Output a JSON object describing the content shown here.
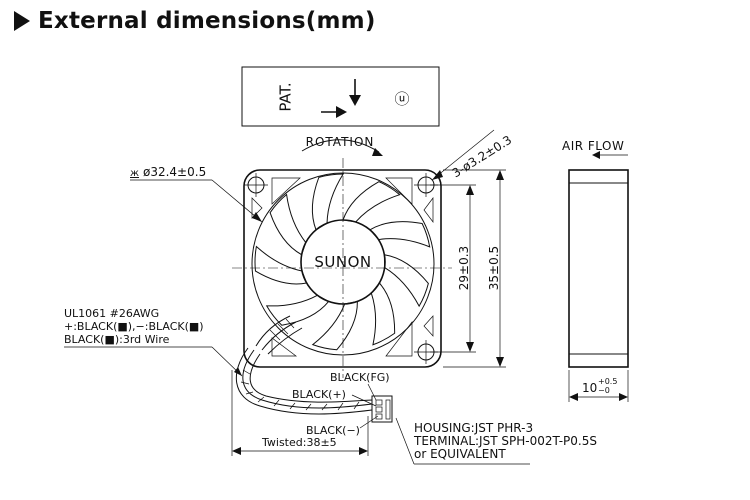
{
  "header": {
    "title": "External dimensions(mm)"
  },
  "label_box": {
    "pat": "PAT.",
    "mark": "ⓤ"
  },
  "fan": {
    "rotation_label": "ROTATION",
    "hub_label": "SUNON",
    "hole_callout": "3-ø3.2±0.3",
    "diameter_callout": "ø32.4±0.5",
    "diameter_prefix": "ж",
    "hole_spacing": "29±0.3",
    "overall_size": "35±0.5"
  },
  "wire": {
    "spec_line1": "UL1061  #26AWG",
    "spec_line2": "+:BLACK(■),−:BLACK(■)",
    "spec_line3": "BLACK(■):3rd Wire",
    "fg_label": "BLACK(FG)",
    "plus_label": "BLACK(+)",
    "minus_label": "BLACK(−)",
    "twisted_label": "Twisted:38±5"
  },
  "connector": {
    "housing": "HOUSING:JST PHR-3",
    "terminal": "TERMINAL:JST SPH-002T-P0.5S",
    "equivalent": "or EQUIVALENT"
  },
  "side_view": {
    "airflow_label": "AIR FLOW",
    "thickness_base": "10",
    "thickness_tol_upper": "+0.5",
    "thickness_tol_lower": "−0"
  }
}
